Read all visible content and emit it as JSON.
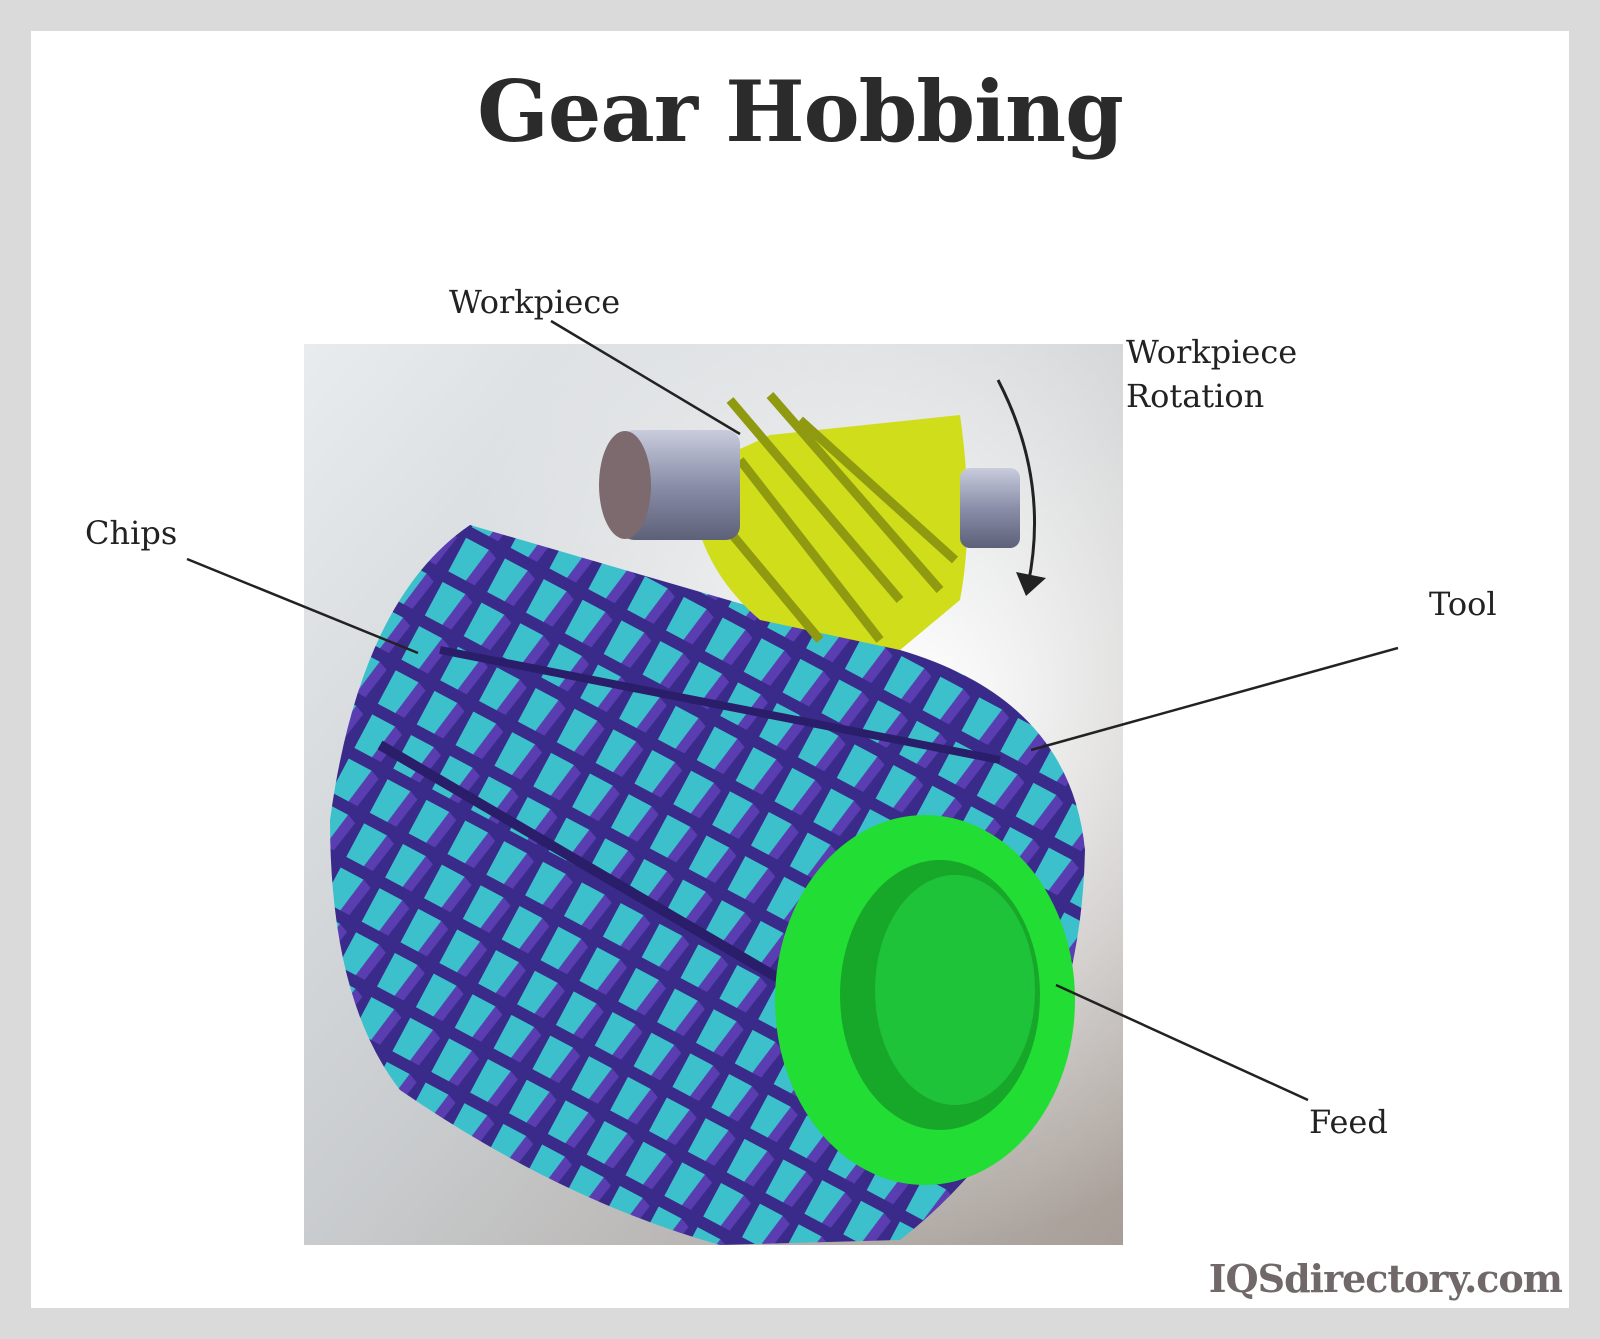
{
  "title": "Gear Hobbing",
  "labels": {
    "workpiece": "Workpiece",
    "rotation_line1": "Workpiece",
    "rotation_line2": "Rotation",
    "chips": "Chips",
    "tool": "Tool",
    "feed": "Feed"
  },
  "brand": "IQSdirectory.com",
  "colors": {
    "tooth_light": "#3cc0cc",
    "tooth_dark": "#5a3db0",
    "ring": "#22dd33",
    "gear": "#d8e61c"
  }
}
